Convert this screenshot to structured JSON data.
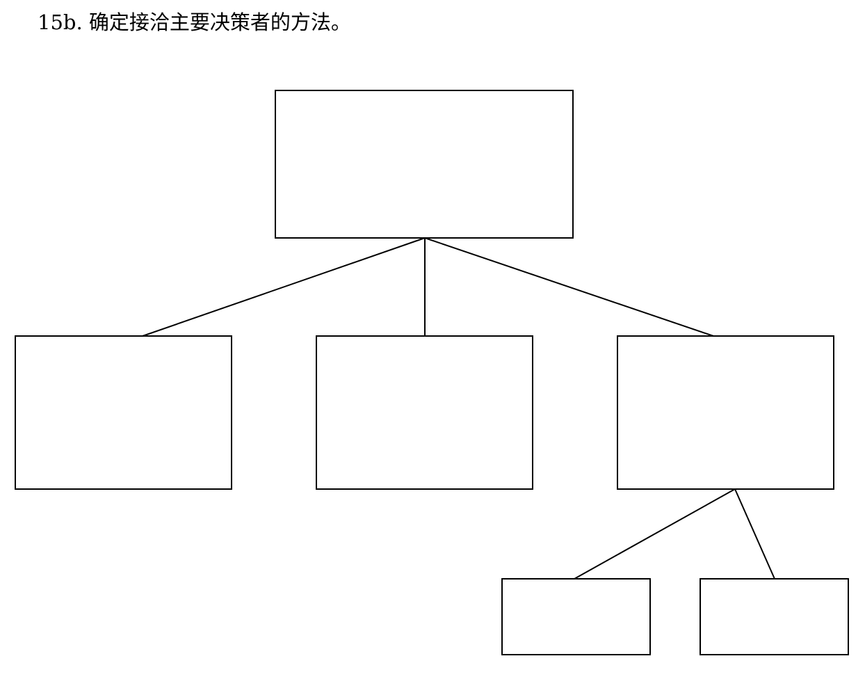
{
  "title": "15b. 确定接洽主要决策者的方法。",
  "colors": {
    "stroke": "#000000",
    "background": "#ffffff"
  },
  "tree": {
    "nodes": [
      {
        "id": "root",
        "label": ""
      },
      {
        "id": "child-1",
        "label": ""
      },
      {
        "id": "child-2",
        "label": ""
      },
      {
        "id": "child-3",
        "label": ""
      },
      {
        "id": "grandchild-1",
        "label": ""
      },
      {
        "id": "grandchild-2",
        "label": ""
      }
    ],
    "edges": [
      {
        "from": "root",
        "to": "child-1"
      },
      {
        "from": "root",
        "to": "child-2"
      },
      {
        "from": "root",
        "to": "child-3"
      },
      {
        "from": "child-3",
        "to": "grandchild-1"
      },
      {
        "from": "child-3",
        "to": "grandchild-2"
      }
    ]
  }
}
